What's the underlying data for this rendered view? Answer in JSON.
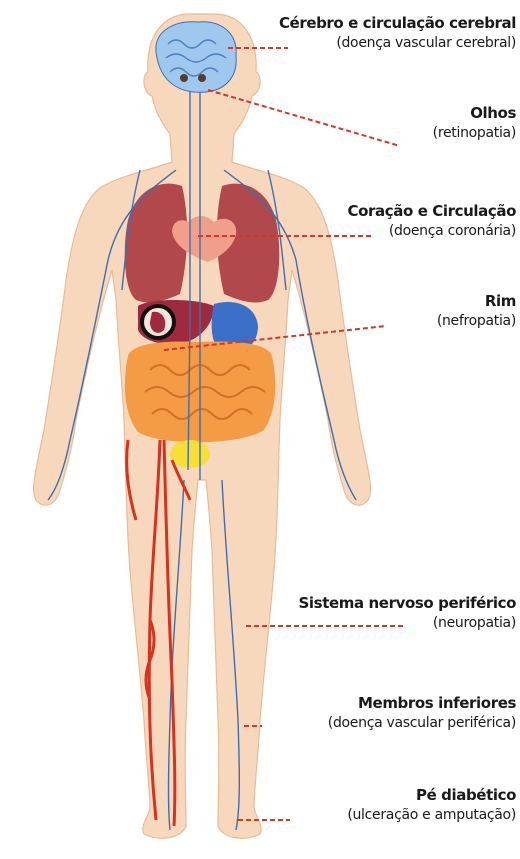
{
  "colors": {
    "skin": "#f8d8bd",
    "skin_edge": "#e8bb97",
    "vein": "#3d6fae",
    "artery": "#d8321f",
    "leader": "#d0382a",
    "brain": "#9ec8ee",
    "lung": "#b1484c",
    "intestine": "#f39b45",
    "liver": "#9e2a3f",
    "stomach": "#3b6fc7",
    "bladder": "#f8df38"
  },
  "annotations": [
    {
      "id": "brain",
      "title": "Cérebro e circulação cerebral",
      "subtitle": "(doença vascular cerebral)"
    },
    {
      "id": "eyes",
      "title": "Olhos",
      "subtitle": "(retinopatia)"
    },
    {
      "id": "heart",
      "title": "Coração e Circulação",
      "subtitle": "(doença coronária)"
    },
    {
      "id": "kidney",
      "title": "Rim",
      "subtitle": "(nefropatia)"
    },
    {
      "id": "nerves",
      "title": "Sistema nervoso periférico",
      "subtitle": "(neuropatia)"
    },
    {
      "id": "legs",
      "title": "Membros inferiores",
      "subtitle": "(doença vascular periférica)"
    },
    {
      "id": "foot",
      "title": "Pé diabético",
      "subtitle": "(ulceração e amputação)"
    }
  ]
}
